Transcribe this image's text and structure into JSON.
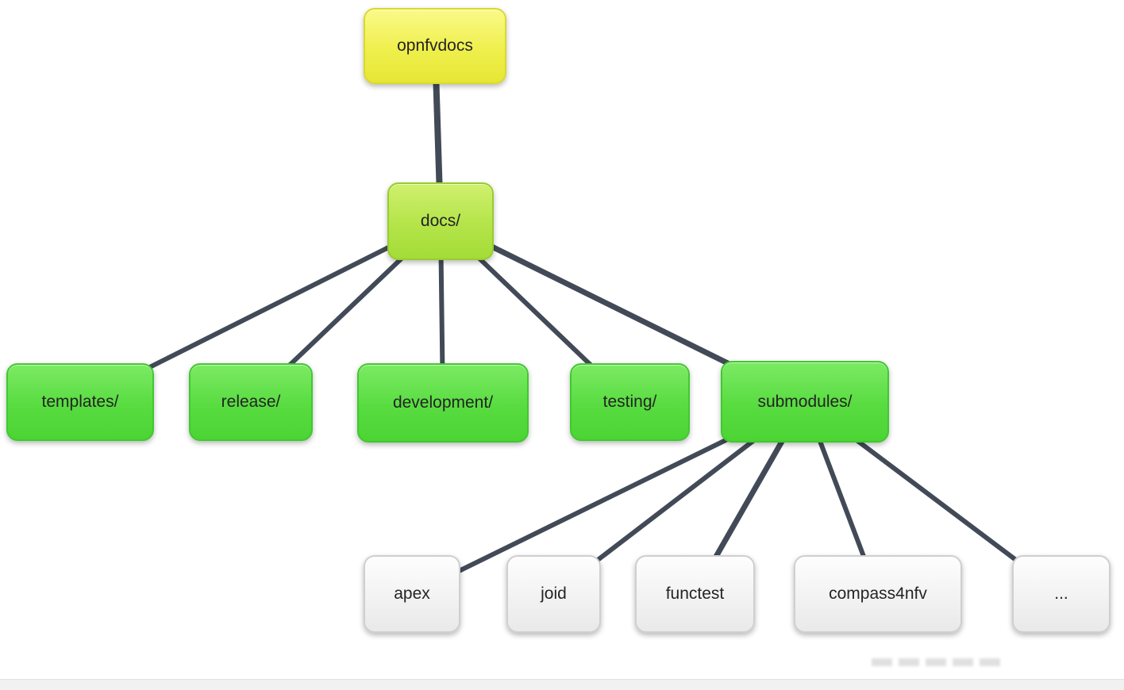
{
  "diagram": {
    "nodes": {
      "opnfvdocs": {
        "label": "opnfvdocs",
        "level": 0,
        "style": "yellow"
      },
      "docs": {
        "label": "docs/",
        "level": 1,
        "style": "lime"
      },
      "templates": {
        "label": "templates/",
        "level": 2,
        "style": "green"
      },
      "release": {
        "label": "release/",
        "level": 2,
        "style": "green"
      },
      "development": {
        "label": "development/",
        "level": 2,
        "style": "green"
      },
      "testing": {
        "label": "testing/",
        "level": 2,
        "style": "green"
      },
      "submodules": {
        "label": "submodules/",
        "level": 2,
        "style": "green"
      },
      "apex": {
        "label": "apex",
        "level": 3,
        "style": "white"
      },
      "joid": {
        "label": "joid",
        "level": 3,
        "style": "white"
      },
      "functest": {
        "label": "functest",
        "level": 3,
        "style": "white"
      },
      "compass4nfv": {
        "label": "compass4nfv",
        "level": 3,
        "style": "white"
      },
      "more": {
        "label": "...",
        "level": 3,
        "style": "white"
      }
    },
    "edges": [
      [
        "opnfvdocs",
        "docs"
      ],
      [
        "docs",
        "templates"
      ],
      [
        "docs",
        "release"
      ],
      [
        "docs",
        "development"
      ],
      [
        "docs",
        "testing"
      ],
      [
        "docs",
        "submodules"
      ],
      [
        "submodules",
        "apex"
      ],
      [
        "submodules",
        "joid"
      ],
      [
        "submodules",
        "functest"
      ],
      [
        "submodules",
        "compass4nfv"
      ],
      [
        "submodules",
        "more"
      ]
    ],
    "colors": {
      "root_fill": "#efef4d",
      "branch_fill": "#b4e449",
      "leaf_green_fill": "#58dc40",
      "leaf_white_fill": "#f2f2f2",
      "edge": "#424a57",
      "background": "#ffffff"
    }
  }
}
